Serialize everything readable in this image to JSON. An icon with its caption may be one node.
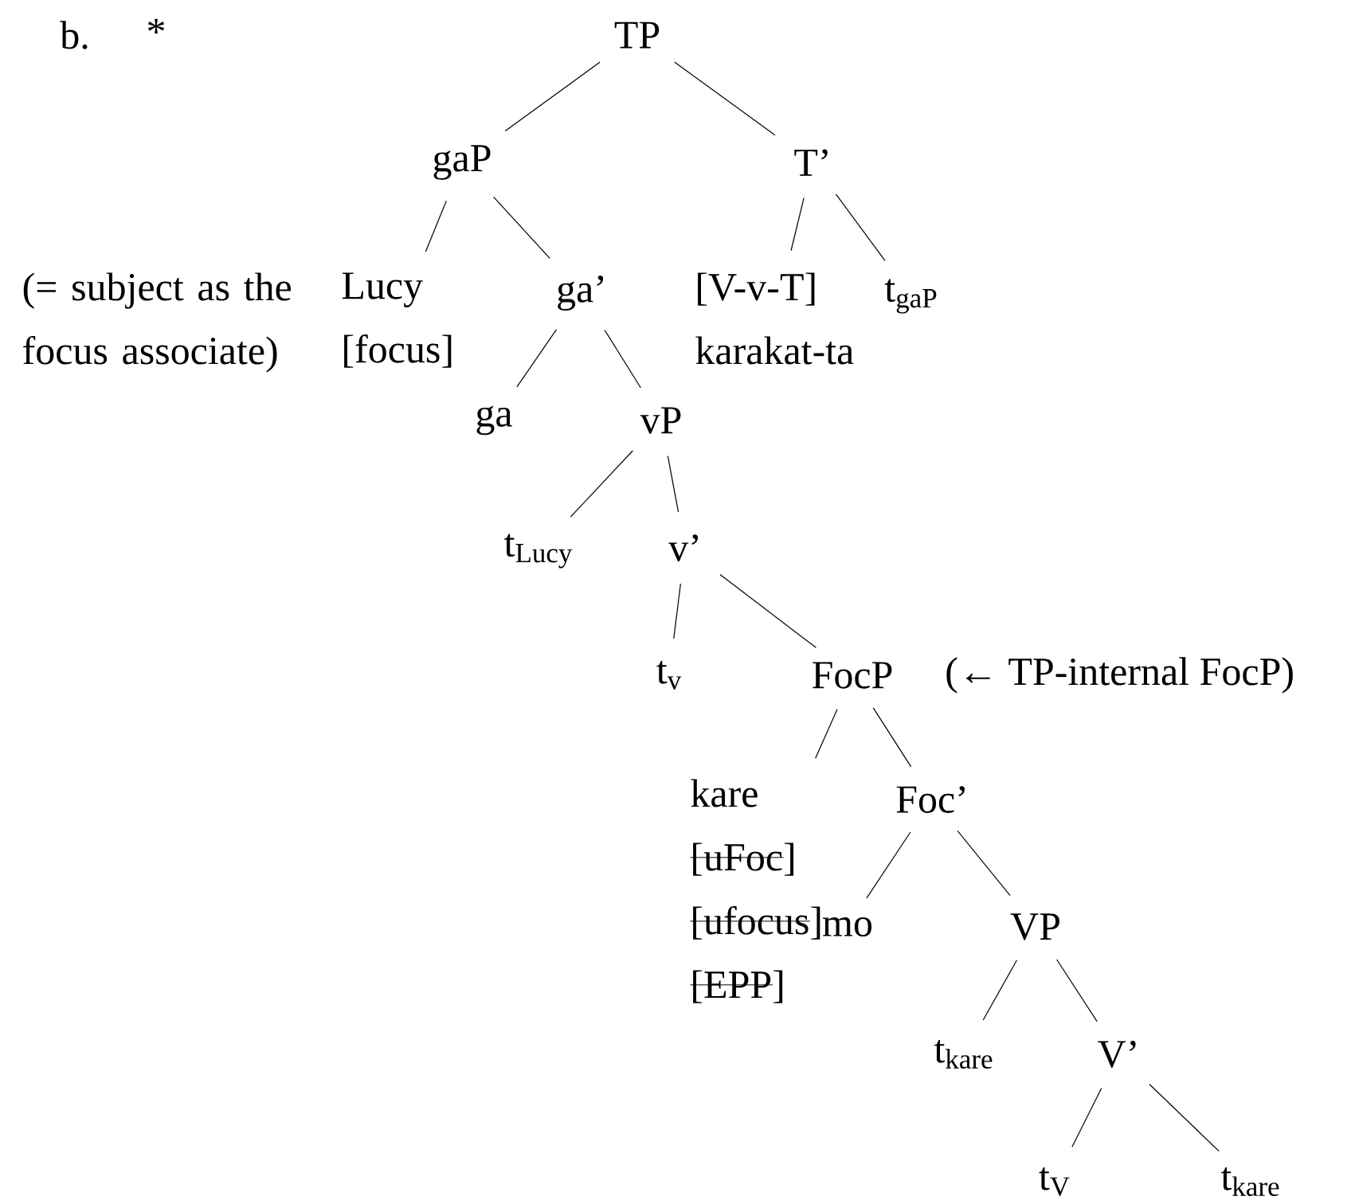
{
  "diagram": {
    "nodes": [
      {
        "text": [
          "TP"
        ]
      },
      {
        "text": [
          "gaP"
        ]
      },
      {
        "text": [
          "T’"
        ]
      },
      {
        "text": [
          "Lucy",
          "[focus]"
        ],
        "beside": [
          "(= subject as the focus associate)"
        ]
      },
      {
        "text": [
          "ga’"
        ]
      },
      {
        "text": [
          "[V-v-T]",
          "karakat-ta"
        ]
      },
      {
        "text": [
          "t$_{gaP}$"
        ]
      },
      {
        "text": [
          "ga"
        ]
      },
      {
        "text": [
          "vP"
        ]
      },
      {
        "text": [
          "t$_{Lucy}$"
        ]
      },
      {
        "text": [
          "v’"
        ]
      },
      {
        "text": [
          "t$_{v}$"
        ]
      },
      {
        "text": [
          "FocP"
        ],
        "beside": [
          "(← TP-internal FocP)"
        ]
      },
      {
        "text": [
          "kare",
          "[uFoc]",
          "[ufocus]",
          "[EPP]"
        ]
      },
      {
        "text": [
          "Foc’"
        ]
      },
      {
        "text": [
          "mo"
        ]
      },
      {
        "text": [
          "VP"
        ]
      },
      {
        "text": [
          "t$_{kare}$"
        ]
      },
      {
        "text": [
          "V’"
        ]
      },
      {
        "text": [
          "t$_{V}$"
        ]
      },
      {
        "text": [
          "t$_{kare}$"
        ]
      }
    ],
    "edges": [
      {
        "from": 0,
        "to": 1,
        "arrow": "none"
      },
      {
        "from": 0,
        "to": 2,
        "arrow": "none"
      },
      {
        "from": 1,
        "to": 3,
        "arrow": "none"
      },
      {
        "from": 1,
        "to": 4,
        "arrow": "none"
      },
      {
        "from": 2,
        "to": 5,
        "arrow": "none"
      },
      {
        "from": 2,
        "to": 6,
        "arrow": "none"
      },
      {
        "from": 4,
        "to": 7,
        "arrow": "none"
      },
      {
        "from": 4,
        "to": 8,
        "arrow": "none"
      },
      {
        "from": 8,
        "to": 9,
        "arrow": "none"
      },
      {
        "from": 8,
        "to": 10,
        "arrow": "none"
      },
      {
        "from": 10,
        "to": 11,
        "arrow": "none"
      },
      {
        "from": 10,
        "to": 12,
        "arrow": "none"
      },
      {
        "from": 12,
        "to": 13,
        "arrow": "none"
      },
      {
        "from": 12,
        "to": 14,
        "arrow": "none"
      },
      {
        "from": 14,
        "to": 15,
        "arrow": "none"
      },
      {
        "from": 14,
        "to": 16,
        "arrow": "none"
      },
      {
        "from": 16,
        "to": 17,
        "arrow": "none"
      },
      {
        "from": 16,
        "to": 18,
        "arrow": "none"
      },
      {
        "from": 18,
        "to": 19,
        "arrow": "none"
      },
      {
        "from": 18,
        "to": 20,
        "arrow": "none"
      }
    ],
    "labels": [
      "b.",
      "*"
    ]
  }
}
